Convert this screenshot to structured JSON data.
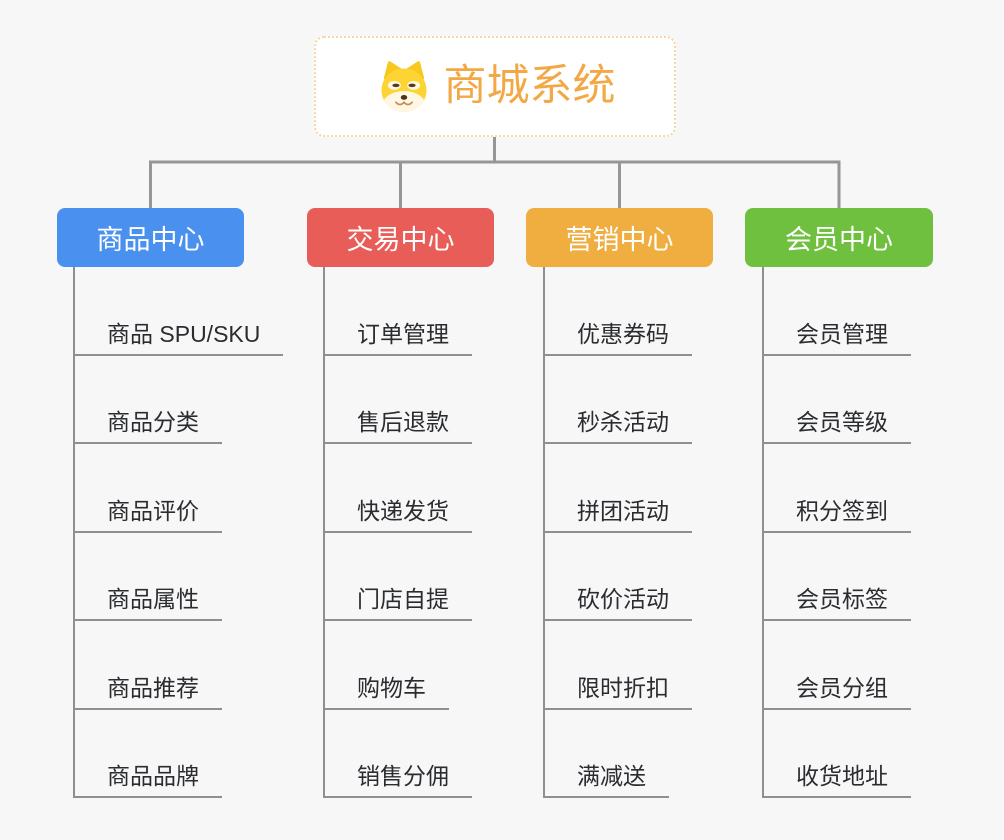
{
  "palette": {
    "background": "#F7F7F7",
    "connector_gray": "#969696",
    "child_line_gray": "#8F8F8F",
    "child_text": "#2A2C30",
    "root_text_orange": "#F2A945",
    "root_border_orange": "#F6D9A0",
    "header_text": "#FFFFFF",
    "branch_blue": "#4A90EE",
    "branch_red": "#E85D58",
    "branch_orange": "#EFAE3F",
    "branch_green": "#6FC03E"
  },
  "root": {
    "title": "商城系统",
    "icon": "dog-face-icon"
  },
  "branches": [
    {
      "label": "商品中心",
      "color": "#4A90EE",
      "children": [
        "商品 SPU/SKU",
        "商品分类",
        "商品评价",
        "商品属性",
        "商品推荐",
        "商品品牌"
      ]
    },
    {
      "label": "交易中心",
      "color": "#E85D58",
      "children": [
        "订单管理",
        "售后退款",
        "快递发货",
        "门店自提",
        "购物车",
        "销售分佣"
      ]
    },
    {
      "label": "营销中心",
      "color": "#EFAE3F",
      "children": [
        "优惠券码",
        "秒杀活动",
        "拼团活动",
        "砍价活动",
        "限时折扣",
        "满减送"
      ]
    },
    {
      "label": "会员中心",
      "color": "#6FC03E",
      "children": [
        "会员管理",
        "会员等级",
        "积分签到",
        "会员标签",
        "会员分组",
        "收货地址"
      ]
    }
  ]
}
